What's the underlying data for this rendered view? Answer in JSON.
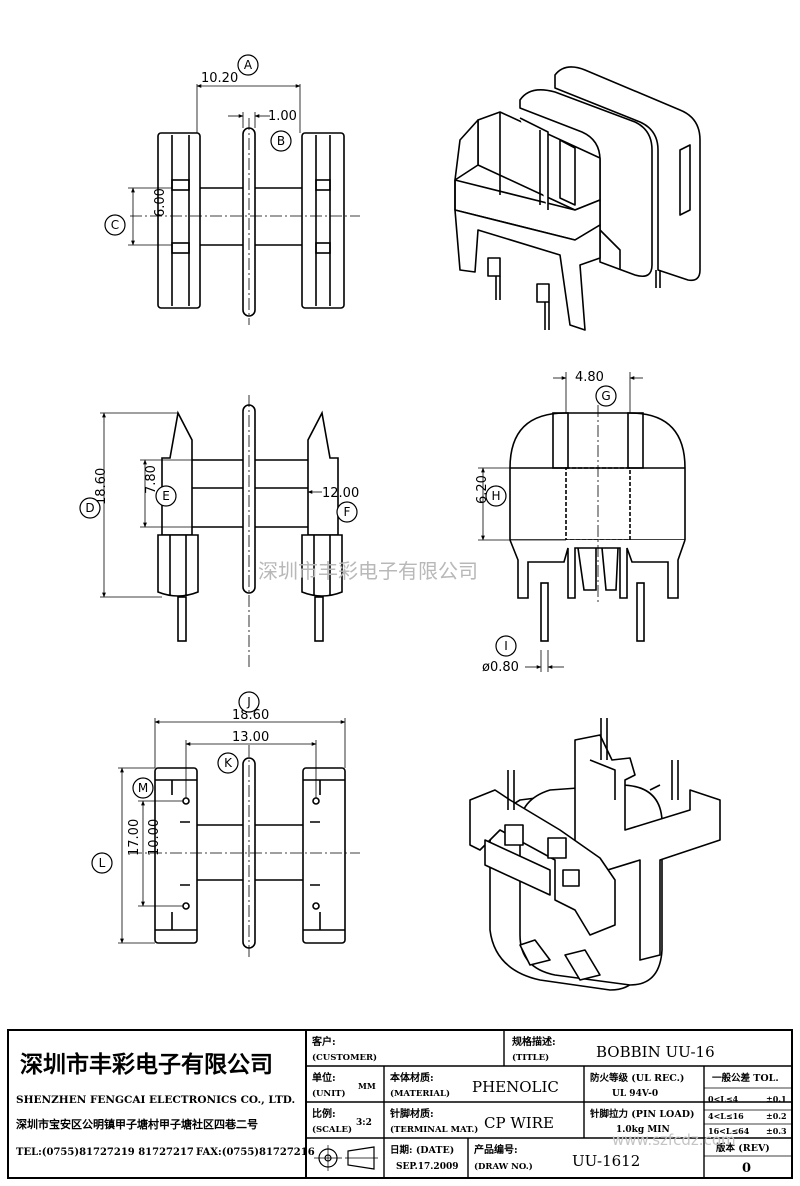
{
  "watermark": "深圳市丰彩电子有限公司",
  "dimensions": {
    "A": "10.20",
    "B": "1.00",
    "C": "6.00",
    "D": "18.60",
    "E": "7.80",
    "F": "12.00",
    "G": "4.80",
    "H": "6.20",
    "I": "ø0.80",
    "J": "18.60",
    "K": "13.00",
    "L": "17.00",
    "M": "10.00"
  },
  "bubbles": [
    "A",
    "B",
    "C",
    "D",
    "E",
    "F",
    "G",
    "H",
    "I",
    "J",
    "K",
    "L",
    "M"
  ],
  "title_block": {
    "company_cn": "深圳市丰彩电子有限公司",
    "company_en": "SHENZHEN FENGCAI ELECTRONICS CO., LTD.",
    "address": "深圳市宝安区公明镇甲子塘村甲子塘社区四巷二号",
    "tel": "TEL:(0755)81727219  81727217",
    "fax": "FAX:(0755)81727216",
    "customer_label": "客户:",
    "customer_label_en": "(CUSTOMER)",
    "title_label": "规格描述:",
    "title_label_en": "(TITLE)",
    "title_value": "BOBBIN UU-16",
    "unit_label": "单位:",
    "unit_label_en": "(UNIT)",
    "unit_value": "MM",
    "material_label": "本体材质:",
    "material_label_en": "(MATERIAL)",
    "material_value": "PHENOLIC",
    "flame_label": "防火等级 (UL REC.)",
    "flame_value": "UL 94V-0",
    "tol_label": "一般公差 TOL.",
    "tolerances": [
      {
        "range": "0<L≤4",
        "tol": "±0.1"
      },
      {
        "range": "4<L≤16",
        "tol": "±0.2"
      },
      {
        "range": "16<L≤64",
        "tol": "±0.3"
      }
    ],
    "scale_label": "比例:",
    "scale_label_en": "(SCALE)",
    "scale_value": "3:2",
    "terminal_label": "针脚材质:",
    "terminal_label_en": "(TERMINAL MAT.)",
    "terminal_value": "CP WIRE",
    "pin_load_label": "针脚拉力 (PIN LOAD)",
    "pin_load_value": "1.0kg MIN",
    "date_label": "日期: (DATE)",
    "date_value": "SEP.17.2009",
    "draw_no_label": "产品编号:",
    "draw_no_label_en": "(DRAW NO.)",
    "draw_no_value": "UU-1612",
    "rev_label": "版本 (REV)",
    "rev_value": "0",
    "watermark_url": "www.szfcdz.com"
  }
}
